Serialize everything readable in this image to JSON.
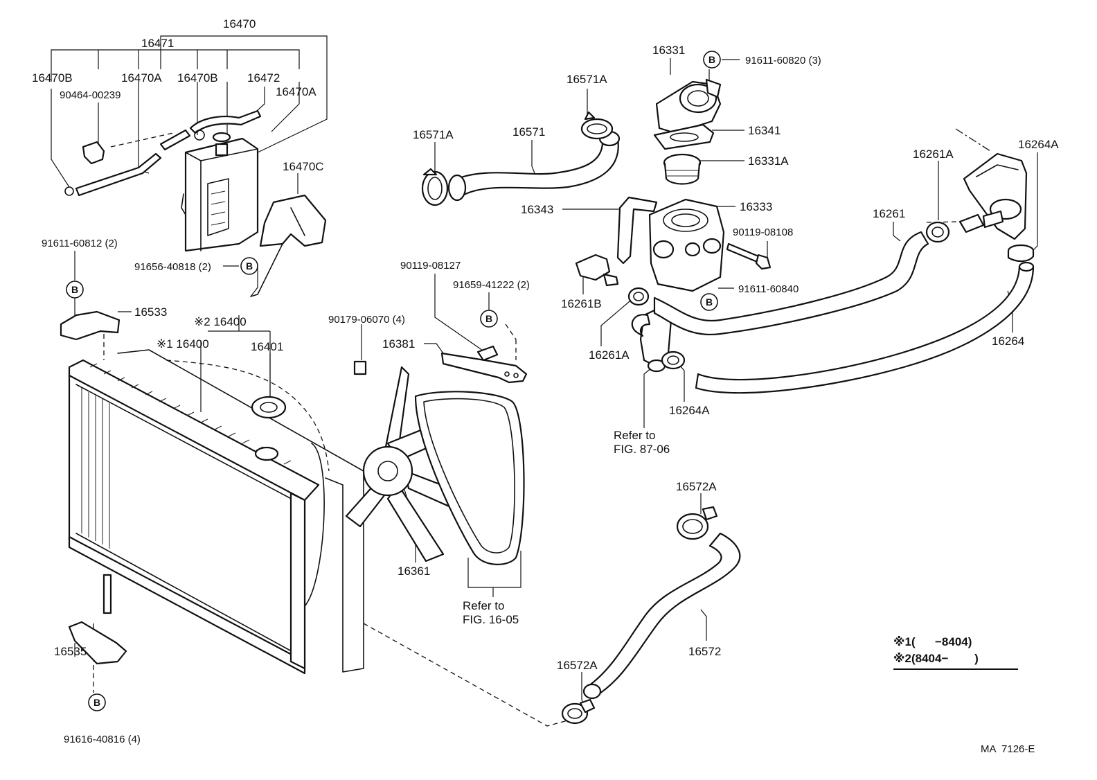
{
  "labels": {
    "p16470": "16470",
    "p16471": "16471",
    "p16470B_a": "16470B",
    "p16470A_a": "16470A",
    "p16470B_b": "16470B",
    "p16472": "16472",
    "p16470A_b": "16470A",
    "p90464": "90464-00239",
    "p16470C": "16470C",
    "p91611_60812": "91611-60812 (2)",
    "p91656": "91656-40818 (2)",
    "p16533": "16533",
    "p16400_2": "※2 16400",
    "p16400_1": "※1 16400",
    "p16401": "16401",
    "p16535": "16535",
    "p91616": "91616-40816 (4)",
    "p90179": "90179-06070 (4)",
    "p90119_08127": "90119-08127",
    "p91659": "91659-41222 (2)",
    "p16381": "16381",
    "p16361": "16361",
    "ref1605_a": "Refer to",
    "ref1605_b": "FIG. 16-05",
    "p16571A_a": "16571A",
    "p16571A_b": "16571A",
    "p16571": "16571",
    "p16343": "16343",
    "p16261B": "16261B",
    "p16261A_a": "16261A",
    "p16331": "16331",
    "p91611_60820": "91611-60820 (3)",
    "p16341": "16341",
    "p16331A": "16331A",
    "p16333": "16333",
    "p90119_08108": "90119-08108",
    "p91611_60840": "91611-60840",
    "p16264A_a": "16264A",
    "ref8706_a": "Refer to",
    "ref8706_b": "FIG. 87-06",
    "p16261A_b": "16261A",
    "p16261": "16261",
    "p16264A_b": "16264A",
    "p16264": "16264",
    "p16572A_a": "16572A",
    "p16572A_b": "16572A",
    "p16572": "16572",
    "note1": "※1(      −8404)",
    "note2": "※2(8404−        )",
    "code": "MA  7126-E"
  },
  "bolt_marker": "B"
}
